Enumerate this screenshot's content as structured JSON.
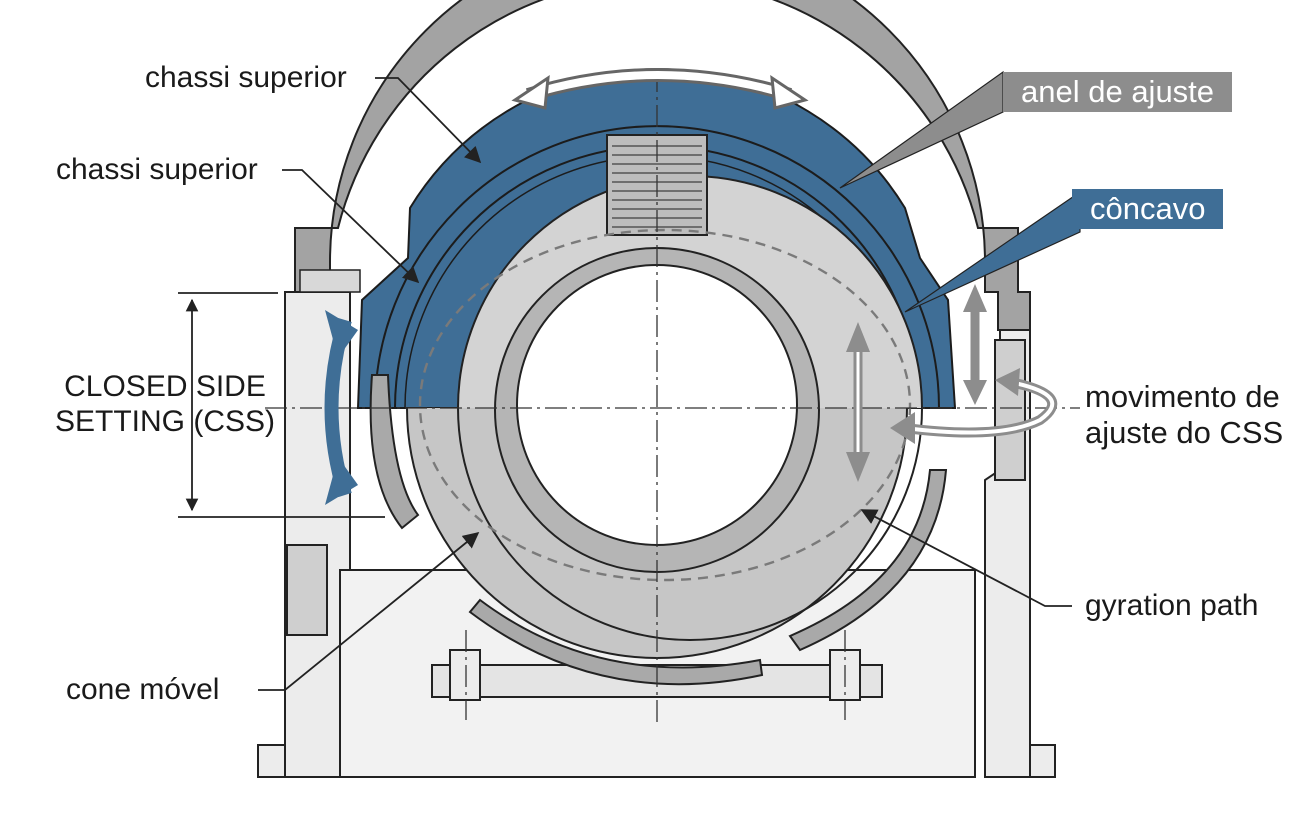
{
  "labels": {
    "upper_frame_outer": "chassi superior",
    "upper_frame_inner": "chassi superior",
    "adjustment_ring": "anel de ajuste",
    "concave": "côncavo",
    "css_line1": "CLOSED SIDE",
    "css_line2": "SETTING (CSS)",
    "css_adjust_line1": "movimento de",
    "css_adjust_line2": "ajuste do CSS",
    "gyration_path": "gyration path",
    "mantle": "cone móvel"
  },
  "colors": {
    "steel_blue": "#3f6e96",
    "frame_gray": "#a3a3a3",
    "light_gray": "#ececec",
    "mid_gray": "#c6c6c6",
    "outline": "#222222"
  }
}
